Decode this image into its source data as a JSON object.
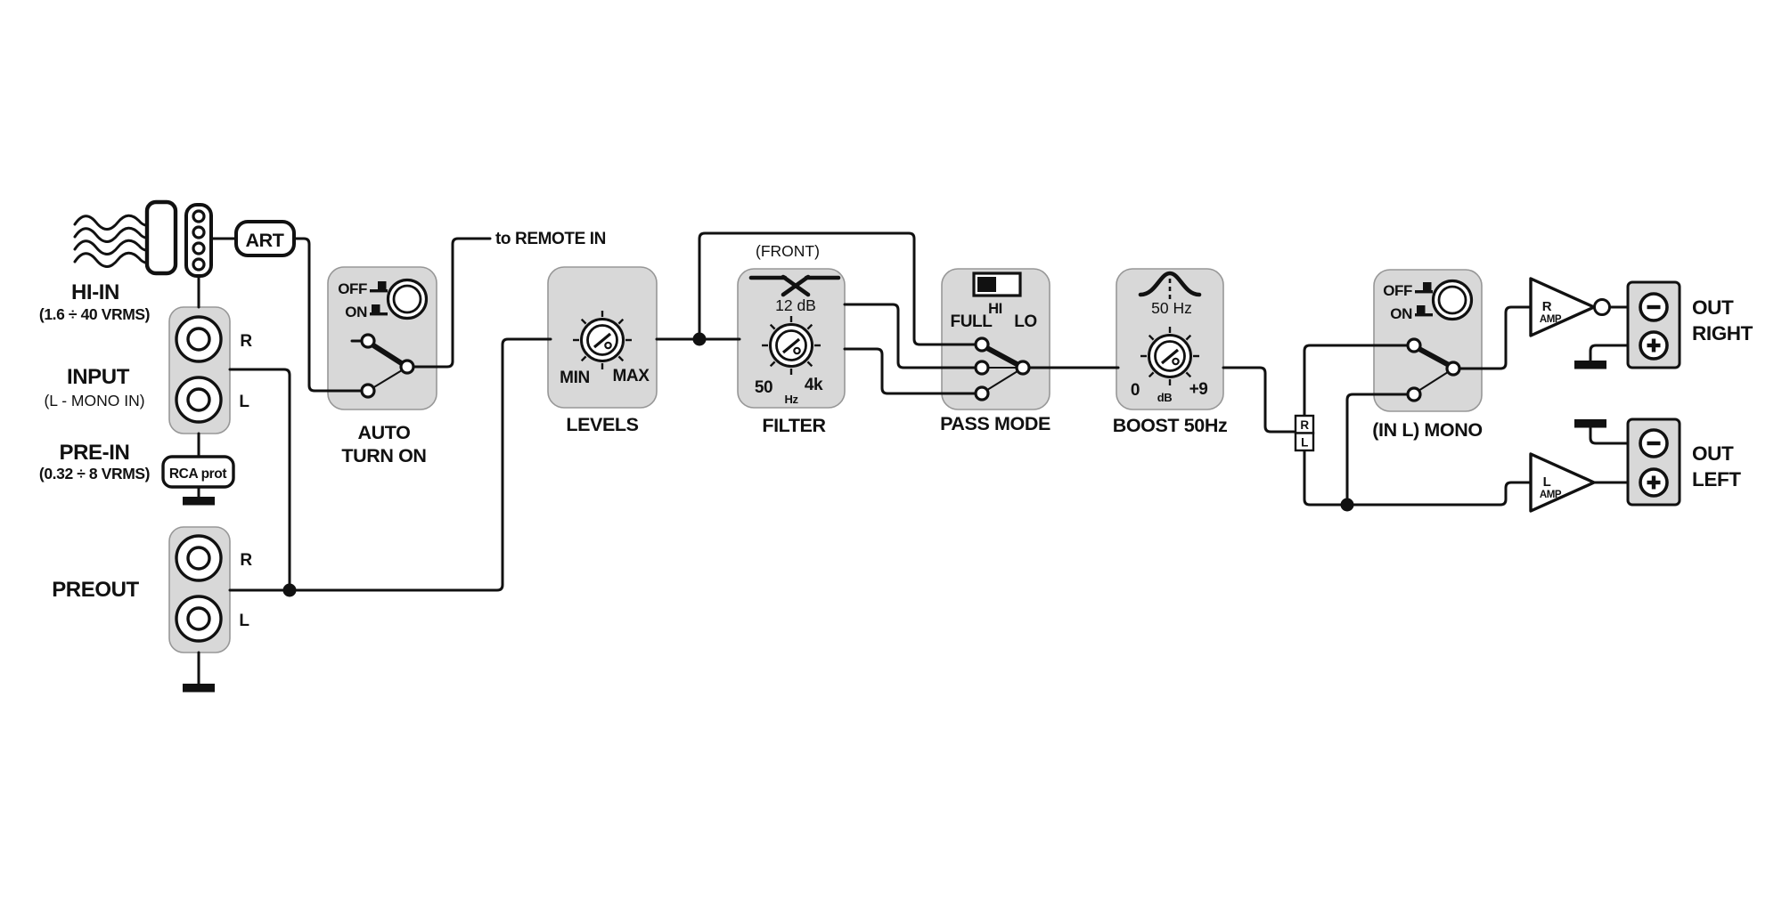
{
  "diagram_title": "amplifier-signal-path-diagram",
  "inputs": {
    "hi_in": {
      "label": "HI-IN",
      "range": "(1.6 ÷ 40 VRMS)"
    },
    "input": {
      "label": "INPUT",
      "sub": "(L - MONO IN)",
      "jacks": [
        "R",
        "L"
      ]
    },
    "pre_in": {
      "label": "PRE-IN",
      "range": "(0.32 ÷ 8 VRMS)"
    },
    "preout": {
      "label": "PREOUT",
      "jacks": [
        "R",
        "L"
      ]
    }
  },
  "modules": {
    "art": "ART",
    "rca_prot": "RCA  prot"
  },
  "remote_note": "to REMOTE IN",
  "blocks": {
    "auto_turn_on": {
      "line1": "AUTO",
      "line2": "TURN ON",
      "off": "OFF",
      "on": "ON"
    },
    "levels": {
      "name": "LEVELS",
      "min": "MIN",
      "max": "MAX"
    },
    "filter": {
      "name": "FILTER",
      "front": "(FRONT)",
      "slope": "12 dB",
      "knob_min": "50",
      "knob_max": "4k",
      "knob_unit": "Hz"
    },
    "pass_mode": {
      "name": "PASS MODE",
      "hi": "HI",
      "full": "FULL",
      "lo": "LO"
    },
    "boost": {
      "name": "BOOST 50Hz",
      "freq": "50 Hz",
      "knob_min": "0",
      "knob_unit": "dB",
      "knob_max": "+9"
    },
    "mono": {
      "name": "(IN L) MONO",
      "off": "OFF",
      "on": "ON"
    }
  },
  "channel_tags": {
    "right": "R",
    "left": "L"
  },
  "amps": {
    "right": {
      "line1": "R",
      "line2": "AMP"
    },
    "left": {
      "line1": "L",
      "line2": "AMP"
    }
  },
  "outputs": {
    "right": {
      "line1": "OUT",
      "line2": "RIGHT"
    },
    "left": {
      "line1": "OUT",
      "line2": "LEFT"
    }
  },
  "colors": {
    "background": "#ffffff",
    "block_fill": "#d8d8d8",
    "block_border": "#979797",
    "line": "#111111"
  },
  "icons": {
    "speaker-wires-icon": "wavy wire bundle",
    "harness-connector-icon": "rounded connector body",
    "pin-strip-icon": "4-pin strip",
    "rca-jack-icon": "concentric RCA socket",
    "ground-icon": "solid ground bar",
    "knob-icon": "rotary trimmer with ticks",
    "slide-switch-icon": "2-position slider",
    "toggle-contact-icon": "SPDT contact set",
    "push-button-icon": "round button",
    "crossover-curve-icon": "crossed response curves",
    "boost-curve-icon": "bell boost curve",
    "amp-triangle-icon": "amplifier triangle",
    "inverter-bubble-icon": "inverting output bubble",
    "minus-terminal-icon": "circled minus",
    "plus-terminal-icon": "circled plus"
  }
}
